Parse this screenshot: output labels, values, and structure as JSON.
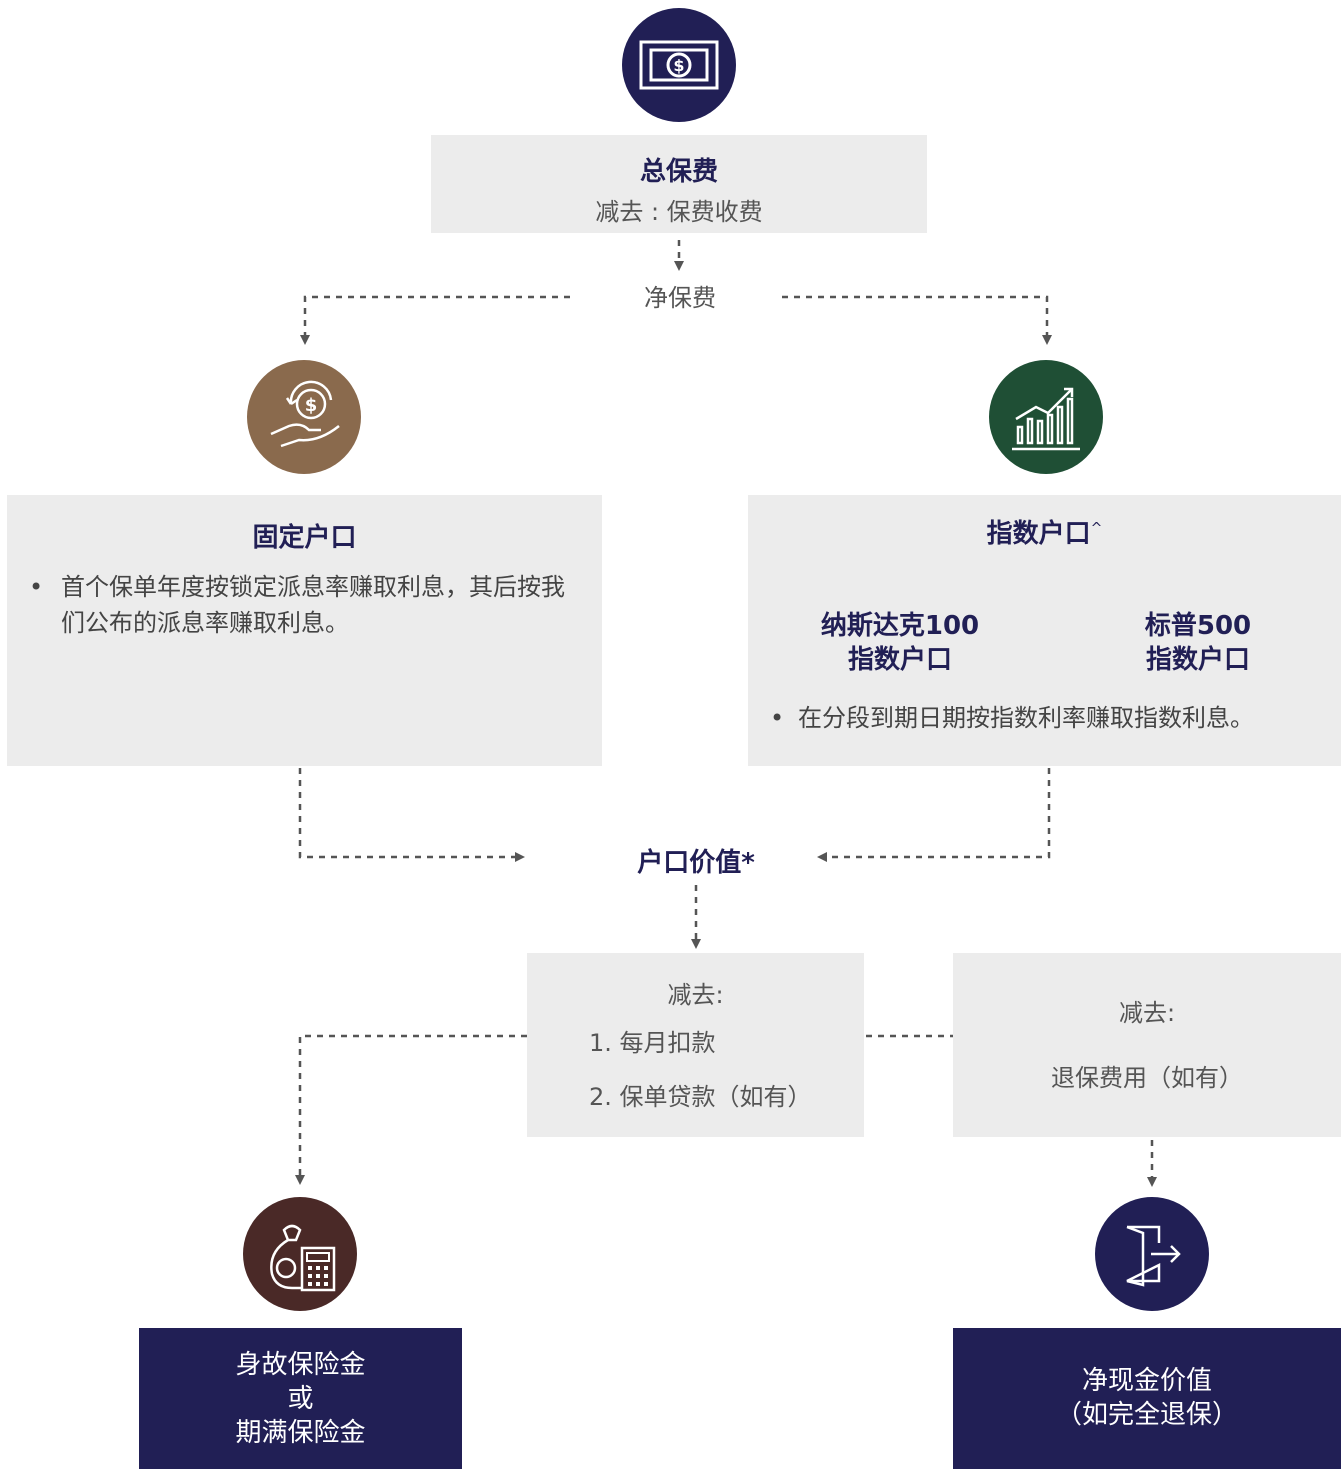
{
  "top": {
    "icon": "dollar-bill-icon",
    "title": "总保费",
    "subtitle": "减去 : 保费收费",
    "net_label": "净保费"
  },
  "fixed_account": {
    "icon": "hand-dollar-cycle-icon",
    "title": "固定户口",
    "bullet": "首个保单年度按锁定派息率赚取利息，其后按我们公布的派息率赚取利息。"
  },
  "index_account": {
    "icon": "growth-chart-icon",
    "title": "指数户口",
    "title_mark": "^",
    "sub_left": [
      "纳斯达克100",
      "指数户口"
    ],
    "sub_right": [
      "标普500",
      "指数户口"
    ],
    "bullet": "在分段到期日期按指数利率赚取指数利息。"
  },
  "account_value": {
    "label": "户口价值*"
  },
  "deduct_left": {
    "heading": "减去:",
    "items": [
      "1.  每月扣款",
      "2.  保单贷款（如有）"
    ]
  },
  "deduct_right": {
    "heading": "减去:",
    "item": "退保费用（如有）"
  },
  "death_benefit": {
    "icon": "money-bag-calculator-icon",
    "lines": [
      "身故保险金",
      "或",
      "期满保险金"
    ]
  },
  "cash_value": {
    "icon": "exit-door-icon",
    "lines": [
      "净现金价值",
      "（如完全退保）"
    ]
  },
  "colors": {
    "navy": "#211f55",
    "brown": "#8a6a4d",
    "green": "#1f4f35",
    "maroon": "#4a2927",
    "gray_box": "#ececec"
  }
}
